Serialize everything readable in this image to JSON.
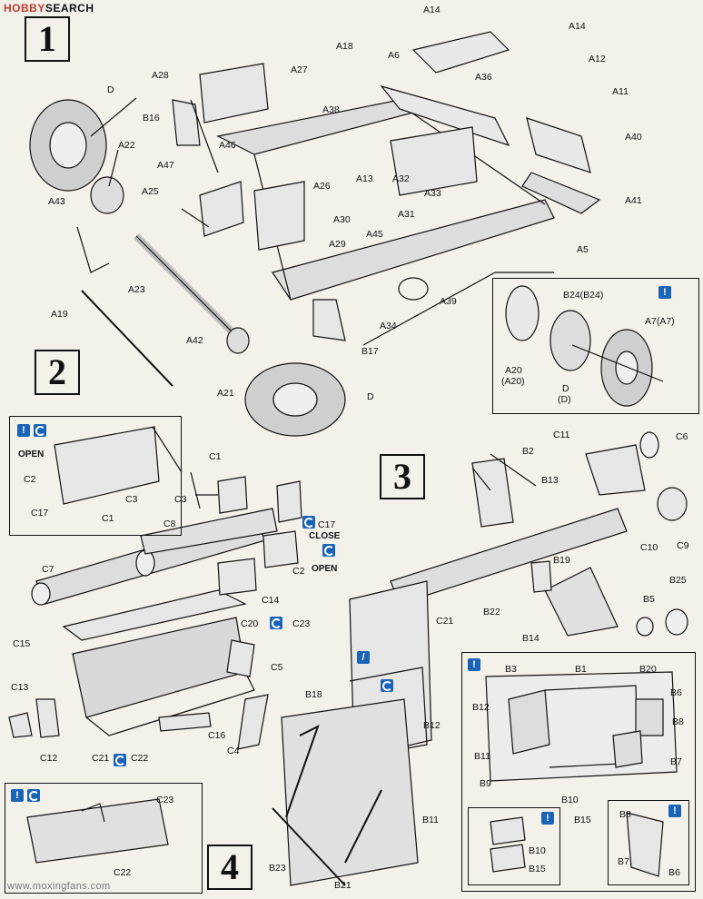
{
  "header": {
    "brand_prefix": "H",
    "brand_tail": "SEARCH",
    "brand_mid": "OBBY"
  },
  "steps": {
    "s1": "1",
    "s2": "2",
    "s3": "3",
    "s4": "4"
  },
  "state_labels": {
    "open": "OPEN",
    "close": "CLOSE",
    "open2": "OPEN"
  },
  "watermark": "www.moxingfans.com",
  "labels_step1": {
    "A14a": "A14",
    "A14b": "A14",
    "A18": "A18",
    "A6": "A6",
    "A36": "A36",
    "A12": "A12",
    "A28": "A28",
    "A27": "A27",
    "D1": "D",
    "A11": "A11",
    "A38": "A38",
    "B16": "B16",
    "A22": "A22",
    "A46": "A46",
    "A40": "A40",
    "A47": "A47",
    "A26": "A26",
    "A13": "A13",
    "A32": "A32",
    "A33": "A33",
    "A25": "A25",
    "A43": "A43",
    "A30": "A30",
    "A41": "A41",
    "A31": "A31",
    "A45": "A45",
    "A29": "A29",
    "A5": "A5",
    "A23": "A23",
    "A39": "A39",
    "A19": "A19",
    "A34": "A34",
    "B17": "B17",
    "A42": "A42",
    "A21": "A21",
    "D2": "D"
  },
  "labels_inset1": {
    "B24": "B24(B24)",
    "A7": "A7(A7)",
    "A20": "A20",
    "A20b": "(A20)",
    "D": "D",
    "Db": "(D)"
  },
  "labels_step2": {
    "C2a": "C2",
    "C3a": "C3",
    "C17a": "C17",
    "C1a": "C1",
    "C1": "C1",
    "C3": "C3",
    "C8": "C8",
    "C17": "C17",
    "C7": "C7",
    "C14": "C14",
    "C2": "C2",
    "C20": "C20",
    "C23": "C23",
    "C15": "C15",
    "C5": "C5",
    "C13": "C13",
    "C16": "C16",
    "C4": "C4",
    "C12": "C12",
    "C21": "C21",
    "C22": "C22",
    "C23b": "C23",
    "C22b": "C22"
  },
  "labels_step3": {
    "C11": "C11",
    "C6": "C6",
    "B2": "B2",
    "B13": "B13",
    "C10": "C10",
    "C9": "C9",
    "B19": "B19",
    "B25": "B25",
    "B5": "B5",
    "B22": "B22",
    "C21": "C21",
    "B14": "B14"
  },
  "labels_step4": {
    "B18": "B18",
    "B12": "B12",
    "B11": "B11",
    "B23": "B23",
    "B21": "B21"
  },
  "labels_inset4": {
    "B3": "B3",
    "B1": "B1",
    "B20": "B20",
    "B12": "B12",
    "B6": "B6",
    "B8": "B8",
    "B11": "B11",
    "B7": "B7",
    "B9": "B9",
    "B10": "B10",
    "B15": "B15",
    "B10b": "B10",
    "B15b": "B15",
    "B8b": "B8",
    "B7b": "B7",
    "B6b": "B6"
  }
}
